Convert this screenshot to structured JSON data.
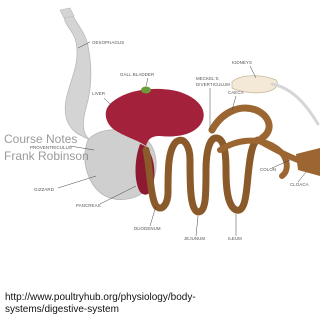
{
  "diagram": {
    "labels": {
      "oesophagus": "OESOPHAGUS",
      "gall_bladder": "GALL BLADDER",
      "liver": "LIVER",
      "meckels": "MECKEL'S",
      "diverticulum": "DIVERTICULUM",
      "kidneys": "KIDNEYS",
      "caeca": "CAECA",
      "proventriculus": "PROVENTRICULUS",
      "gizzard": "GIZZARD",
      "pancreas": "PANCREAS",
      "duodenum": "DUODENUM",
      "jejunum": "JEJUNUM",
      "ileum": "ILEUM",
      "colon": "COLON",
      "cloaca": "CLOACA"
    },
    "colors": {
      "liver": "#a3213a",
      "intestine": "#8b5a2b",
      "oesophagus": "#d4d4d4",
      "gizzard": "#cfcfcf",
      "kidney": "#f3e9d6"
    }
  },
  "watermark": {
    "line1": "Course Notes",
    "line2": "Frank Robinson"
  },
  "caption": {
    "line1": "http://www.poultryhub.org/physiology/body-",
    "line2": "systems/digestive-system"
  }
}
